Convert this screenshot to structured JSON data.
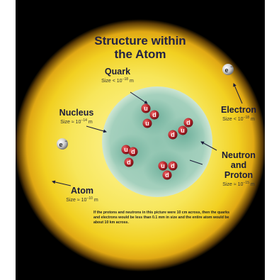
{
  "title_line1": "Structure within",
  "title_line2": "the Atom",
  "labels": {
    "quark": "Quark",
    "quark_size": "Size < 10",
    "quark_exp": "−18",
    "nucleus": "Nucleus",
    "nucleus_size": "Size ≈ 10",
    "nucleus_exp": "−14",
    "electron": "Electron",
    "electron_size": "Size < 10",
    "electron_exp": "−18",
    "neutron_1": "Neutron",
    "neutron_2": "and",
    "neutron_3": "Proton",
    "proton_size": "Size ≈ 10",
    "proton_exp": "−15",
    "atom": "Atom",
    "atom_size": "Size ≈ 10",
    "atom_exp": "−10",
    "unit": " m"
  },
  "particles": {
    "electron_symbol": "e",
    "electron_charge": "−",
    "up": "u",
    "down": "d"
  },
  "note": "If the protons and neutrons in this picture were 10 cm across, then the quarks and electrons would be less than 0.1 mm in size and the entire atom would be about 10 km across.",
  "colors": {
    "background": "#000000",
    "atom_glow": "#f2d021",
    "nucleus": "#9cc8b4",
    "quark_red": "#b8202a",
    "text": "#1b1b3a"
  }
}
